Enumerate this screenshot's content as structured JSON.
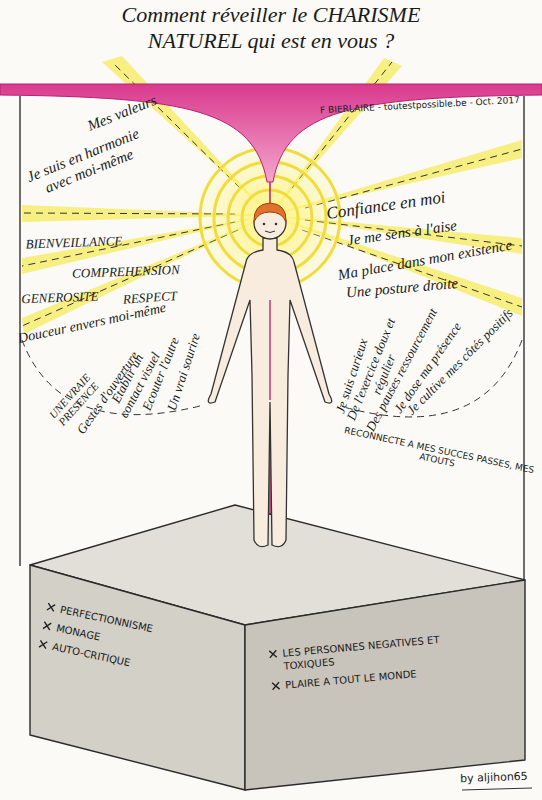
{
  "diagram": {
    "title": "Comment réveiller le CHARISME NATUREL qui est en vous ?",
    "nodes": [
      {
        "text": [
          "PERFECTIONNISME",
          "MONAGE",
          "AUTO-CRITIQUE"
        ]
      },
      {
        "text": [
          "LES PERSONNES NEGATIVES ET TOXIQUES",
          "PLAIRE A TOUT LE MONDE"
        ]
      }
    ],
    "labels": [
      "F BIERLAIRE - toutestpossible.be - Oct. 2017",
      "Mes valeurs",
      "Je suis en harmonie avec moi-même",
      "Confiance en moi",
      "Je me sens à l'aise",
      "Ma place dans mon existence",
      "Une posture droite",
      "BIENVEILLANCE",
      "COMPREHENSION",
      "GENEROSITE",
      "RESPECT",
      "Douceur envers moi-même",
      "Un vrai sourire",
      "Ecouter l'autre",
      "Etablir un contact visuel",
      "Gestes d'ouverture",
      "UNE VRAIE PRESENCE",
      "Je suis curieux",
      "De l'exercice doux et régulier",
      "Des pauses ressourcement",
      "Je dose ma présence",
      "Je cultive mes côtés positifs",
      "RECONNECTE A MES SUCCES PASSES, MES ATOUTS",
      "by aljihon65"
    ]
  }
}
